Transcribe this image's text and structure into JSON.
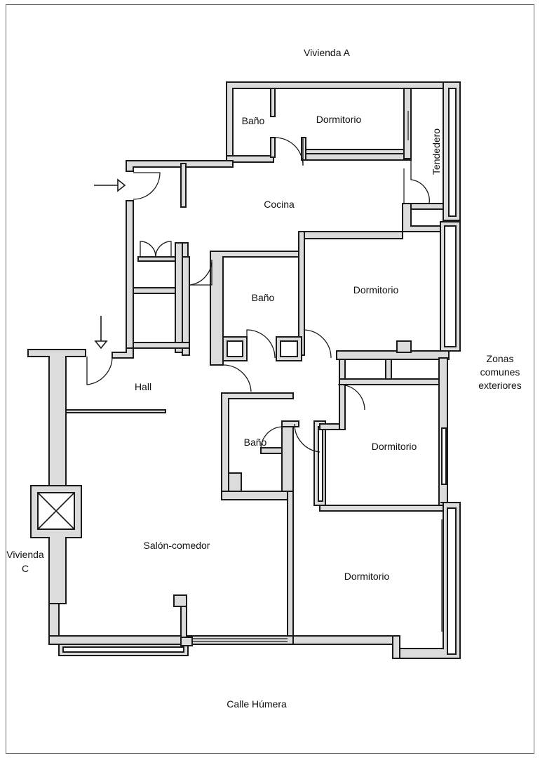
{
  "labels": {
    "vivienda_a": "Vivienda A",
    "vivienda_c_1": "Vivienda",
    "vivienda_c_2": "C",
    "zonas_1": "Zonas",
    "zonas_2": "comunes",
    "zonas_3": "exteriores",
    "calle": "Calle Húmera"
  },
  "rooms": {
    "bano_top": "Baño",
    "dormitorio_top": "Dormitorio",
    "tendedero": "Tendedero",
    "cocina": "Cocina",
    "bano_mid": "Baño",
    "dormitorio_mid": "Dormitorio",
    "hall": "Hall",
    "bano_low": "Baño",
    "dormitorio_low": "Dormitorio",
    "salon": "Salón-comedor",
    "dormitorio_bottom": "Dormitorio"
  },
  "icons": {
    "entrance_arrow": "arrow-right-icon",
    "entrance_arrow_2": "arrow-down-icon",
    "elevator": "elevator-shaft-icon"
  }
}
